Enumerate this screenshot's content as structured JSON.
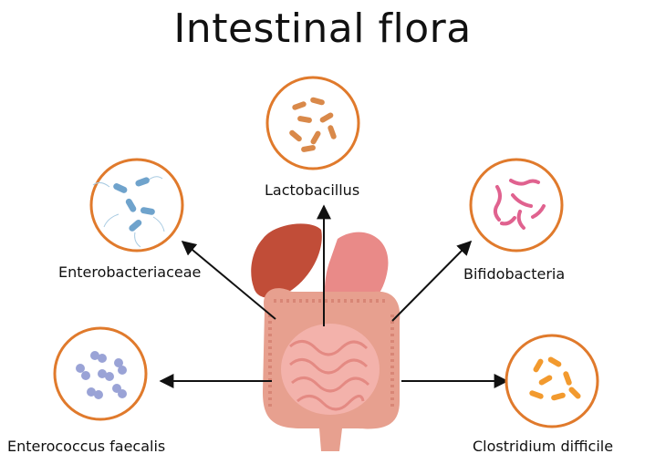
{
  "title": "Intestinal flora",
  "bacteria": [
    {
      "name": "Lactobacillus",
      "icon": "rod-bacteria-icon",
      "color": "#d9894a"
    },
    {
      "name": "Enterobacteriaceae",
      "icon": "flagellated-bacteria-icon",
      "color": "#6fa3cc"
    },
    {
      "name": "Bifidobacteria",
      "icon": "branched-bacteria-icon",
      "color": "#e0628f"
    },
    {
      "name": "Enterococcus faecalis",
      "icon": "cocci-bacteria-icon",
      "color": "#9aa3d6"
    },
    {
      "name": "Clostridium difficile",
      "icon": "spore-rod-bacteria-icon",
      "color": "#f29a2e"
    }
  ],
  "colors": {
    "circle_border": "#e07a2c",
    "arrow": "#111111",
    "organ": "#e88f86"
  }
}
